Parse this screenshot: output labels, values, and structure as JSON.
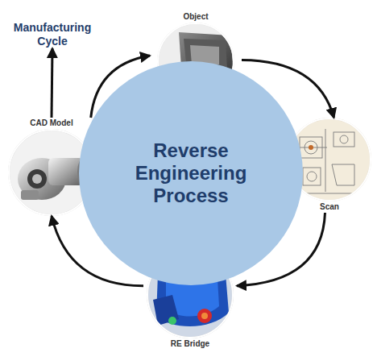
{
  "diagram": {
    "nodes": [
      {
        "text": [
          "Object"
        ]
      },
      {
        "text": [
          "Manufacturing Cycle"
        ]
      },
      {
        "text": [
          "Reverse Engineering Process"
        ]
      },
      {
        "text": [
          "CAD Model"
        ]
      },
      {
        "text": [
          "Scan"
        ]
      },
      {
        "text": [
          "RE Bridge"
        ]
      }
    ],
    "edges": [
      {
        "from": 0,
        "to": 4,
        "arrow": "to"
      },
      {
        "from": 4,
        "to": 5,
        "arrow": "to"
      },
      {
        "from": 5,
        "to": 3,
        "arrow": "to"
      },
      {
        "from": 3,
        "to": 0,
        "arrow": "to"
      },
      {
        "from": 3,
        "to": 1,
        "arrow": "to"
      }
    ]
  }
}
